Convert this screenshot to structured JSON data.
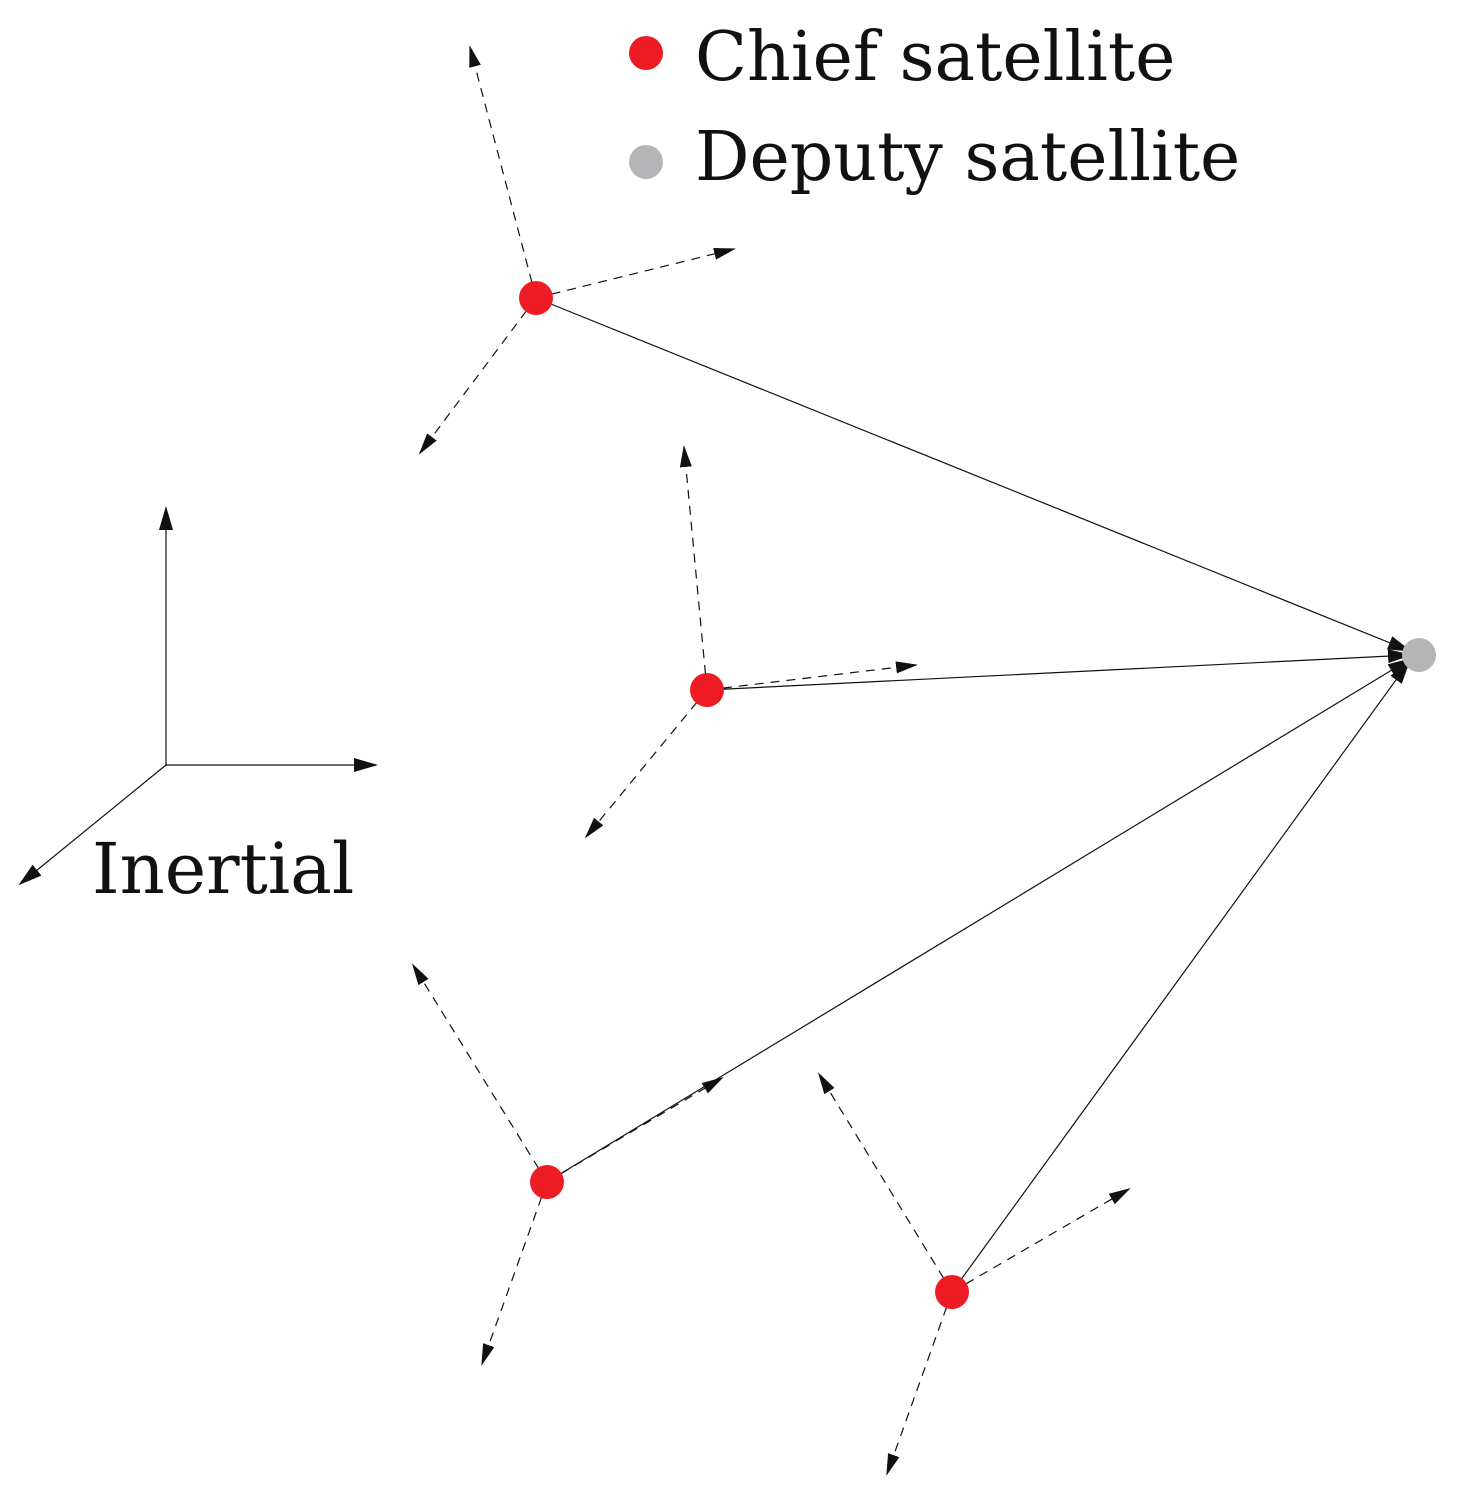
{
  "legend": {
    "chief_label": "Chief satellite",
    "deputy_label": "Deputy satellite"
  },
  "inertial_frame": {
    "label": "Inertial"
  },
  "colors": {
    "chief": "#ed1c24",
    "deputy": "#b5b5b8",
    "line": "#111111"
  },
  "chiefs": [
    {
      "id": "chief-1",
      "frame_axes": 3,
      "points_to_deputy": true
    },
    {
      "id": "chief-2",
      "frame_axes": 3,
      "points_to_deputy": true
    },
    {
      "id": "chief-3",
      "frame_axes": 3,
      "points_to_deputy": true
    },
    {
      "id": "chief-4",
      "frame_axes": 3,
      "points_to_deputy": true
    }
  ],
  "deputy": {
    "id": "deputy-1"
  }
}
